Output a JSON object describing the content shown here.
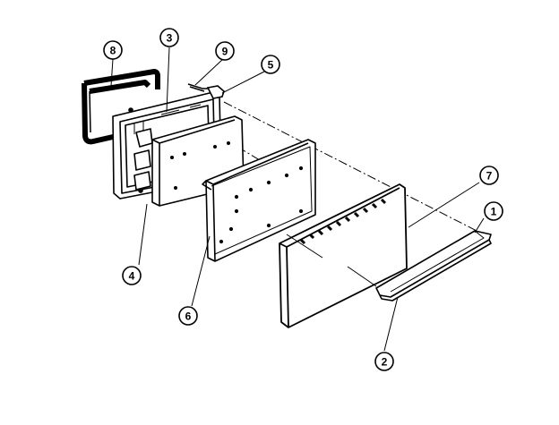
{
  "diagram": {
    "callouts": [
      {
        "id": "c1",
        "label": "1"
      },
      {
        "id": "c2",
        "label": "2"
      },
      {
        "id": "c3",
        "label": "3"
      },
      {
        "id": "c4",
        "label": "4"
      },
      {
        "id": "c5",
        "label": "5"
      },
      {
        "id": "c6",
        "label": "6"
      },
      {
        "id": "c7",
        "label": "7"
      },
      {
        "id": "c8",
        "label": "8"
      },
      {
        "id": "c9",
        "label": "9"
      }
    ],
    "colors": {
      "line": "#000000",
      "background": "#ffffff"
    }
  }
}
